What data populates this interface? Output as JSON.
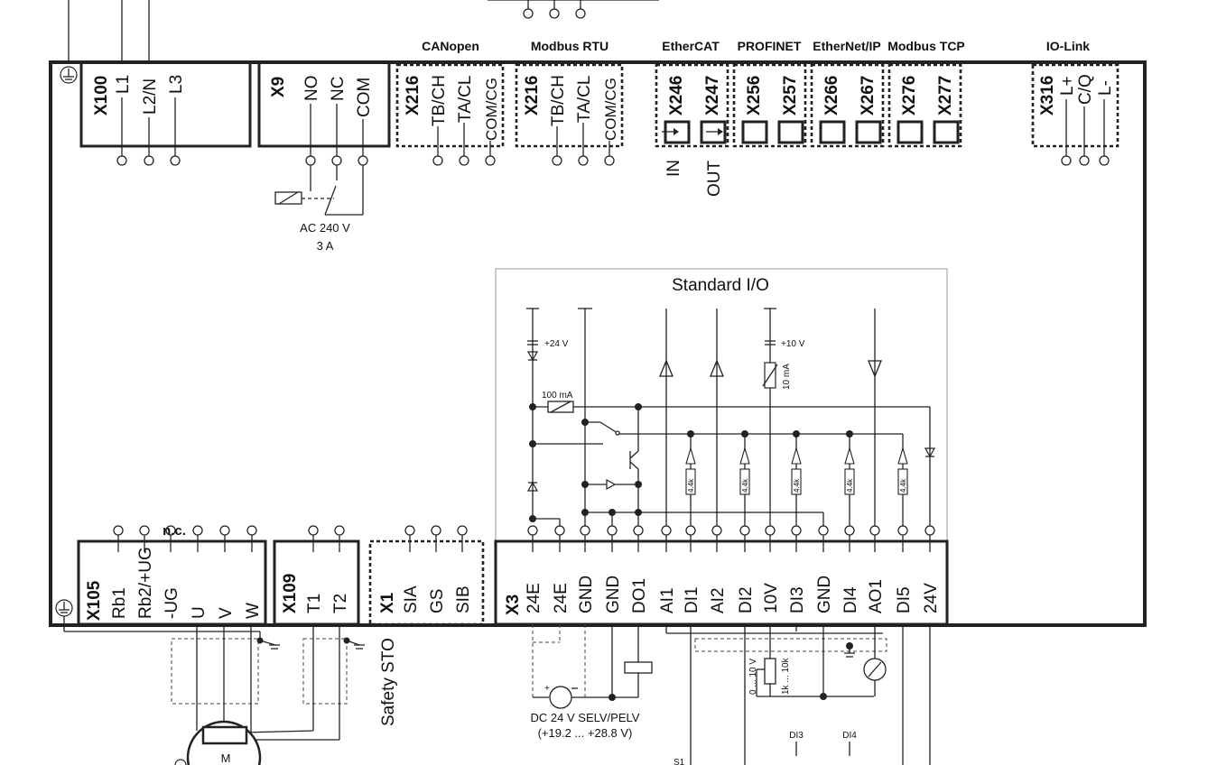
{
  "protocols": {
    "canopen": "CANopen",
    "modbus_rtu": "Modbus RTU",
    "ethercat": "EtherCAT",
    "profinet": "PROFINET",
    "ethernet_ip": "EtherNet/IP",
    "modbus_tcp": "Modbus TCP",
    "io_link": "IO-Link"
  },
  "connectors": {
    "x100": {
      "id": "X100",
      "pins": [
        "L1",
        "L2/N",
        "L3"
      ]
    },
    "x9": {
      "id": "X9",
      "pins": [
        "NO",
        "NC",
        "COM"
      ]
    },
    "x216a": {
      "id": "X216",
      "pins": [
        "TB/CH",
        "TA/CL",
        "COM/CG"
      ]
    },
    "x216b": {
      "id": "X216",
      "pins": [
        "TB/CH",
        "TA/CL",
        "COM/CG"
      ]
    },
    "ethercat_ports": [
      "X246",
      "X247"
    ],
    "profinet_ports": [
      "X256",
      "X257"
    ],
    "ethernet_ip_ports": [
      "X266",
      "X267"
    ],
    "modbus_tcp_ports": [
      "X276",
      "X277"
    ],
    "x316": {
      "id": "X316",
      "pins": [
        "L+",
        "C/Q",
        "L-"
      ]
    },
    "x105": {
      "id": "X105",
      "pins": [
        "Rb1",
        "Rb2/+UG",
        "-UG",
        "U",
        "V",
        "W"
      ]
    },
    "x109": {
      "id": "X109",
      "pins": [
        "T1",
        "T2"
      ]
    },
    "x1": {
      "id": "X1",
      "pins": [
        "SIA",
        "GS",
        "SIB"
      ]
    },
    "x3": {
      "id": "X3",
      "pins": [
        "24E",
        "24E",
        "GND",
        "GND",
        "DO1",
        "AI1",
        "DI1",
        "AI2",
        "DI2",
        "10V",
        "DI3",
        "GND",
        "DI4",
        "AO1",
        "DI5",
        "24V"
      ]
    }
  },
  "labels": {
    "ethercat_in": "IN",
    "ethercat_out": "OUT",
    "relay_rating_1": "AC 240 V",
    "relay_rating_2": "3 A",
    "standard_io": "Standard I/O",
    "plus24v": "+24 V",
    "current_100ma": "100 mA",
    "plus10v": "+10 V",
    "current_10ma": "10 mA",
    "resistor_4k4": "4.4k",
    "not_connected": "n.c.",
    "safety_sto": "Safety STO",
    "supply_1": "DC 24 V SELV/PELV",
    "supply_2": "(+19.2  ... +28.8 V)",
    "analog_range": "0 ... 10 V",
    "pot_range": "1k ... 10k",
    "di3": "DI3",
    "di4": "DI4",
    "s1": "S1",
    "motor": "M"
  }
}
